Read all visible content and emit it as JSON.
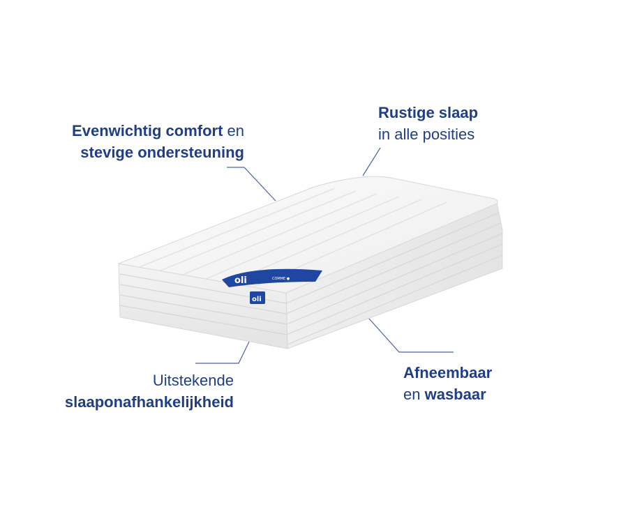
{
  "captions": {
    "top_left": {
      "line1_bold": "Evenwichtig comfort",
      "line1_regular": " en",
      "line2_bold": "stevige ondersteuning"
    },
    "top_right": {
      "line1_bold": "Rustige slaap",
      "line2_regular": "in alle posities"
    },
    "bottom_left": {
      "line1_regular": "Uitstekende",
      "line2_bold": "slaaponafhankelijkheid"
    },
    "bottom_right": {
      "line1_bold": "Afneembaar",
      "line2_regular": "en ",
      "line2_bold": "wasbaar"
    }
  },
  "product": {
    "brand_logo": "oli",
    "label_text": "COMME ●"
  },
  "colors": {
    "text": "#1f3e86",
    "brand_blue": "#1f46a0",
    "leader_line": "#4a65a8",
    "mattress_top": "#f7f7f7",
    "mattress_side": "#ececec"
  }
}
